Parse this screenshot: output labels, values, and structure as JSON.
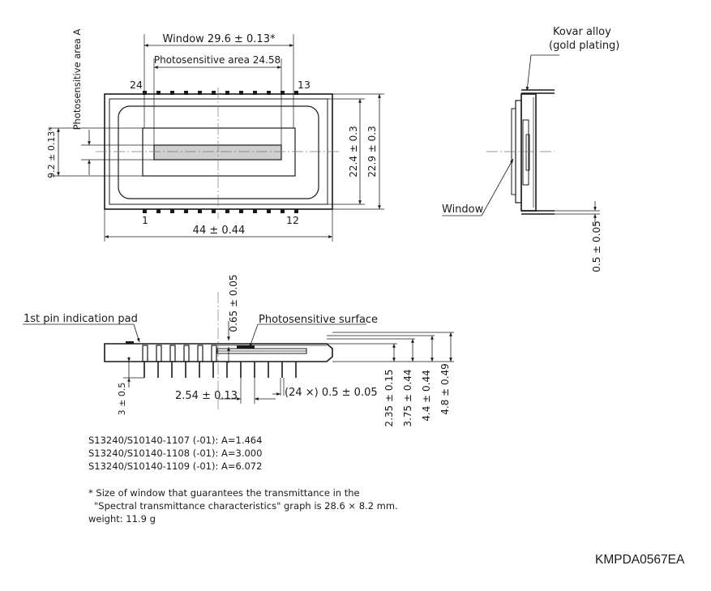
{
  "top_view": {
    "window_dim": "Window 29.6 ± 0.13*",
    "photosensitive_area_dim": "Photosensitive area 24.58",
    "photosensitive_area_a": "Photosensitive area A",
    "height_dim": "9.2 ± 0.13*",
    "pin_24": "24",
    "pin_13": "13",
    "pin_1": "1",
    "pin_12": "12",
    "width_dim": "44 ± 0.44",
    "dim_22_4": "22.4 ± 0.3",
    "dim_22_9": "22.9 ± 0.3"
  },
  "side_view": {
    "material_line1": "Kovar alloy",
    "material_line2": "(gold plating)",
    "window_label": "Window",
    "lead_thickness": "0.5 ± 0.05"
  },
  "front_view": {
    "pin1_pad": "1st pin indication pad",
    "surface_offset": "0.65 ± 0.05",
    "photosensitive_surface": "Photosensitive surface",
    "lead_length": "3 ± 0.5",
    "pitch": "2.54 ± 0.13",
    "lead_width": "(24 ×) 0.5 ± 0.05",
    "dim_2_35": "2.35 ± 0.15",
    "dim_3_75": "3.75 ± 0.44",
    "dim_4_4": "4.4 ± 0.44",
    "dim_4_8": "4.8 ± 0.49"
  },
  "variants": [
    "S13240/S10140-1107 (-01): A=1.464",
    "S13240/S10140-1108 (-01): A=3.000",
    "S13240/S10140-1109 (-01): A=6.072"
  ],
  "footnote": {
    "line1": "* Size of window that guarantees the transmittance in the",
    "line2": "\"Spectral transmittance characteristics\" graph is 28.6 × 8.2 mm.",
    "weight": "weight: 11.9 g"
  },
  "drawing_id": "KMPDA0567EA"
}
